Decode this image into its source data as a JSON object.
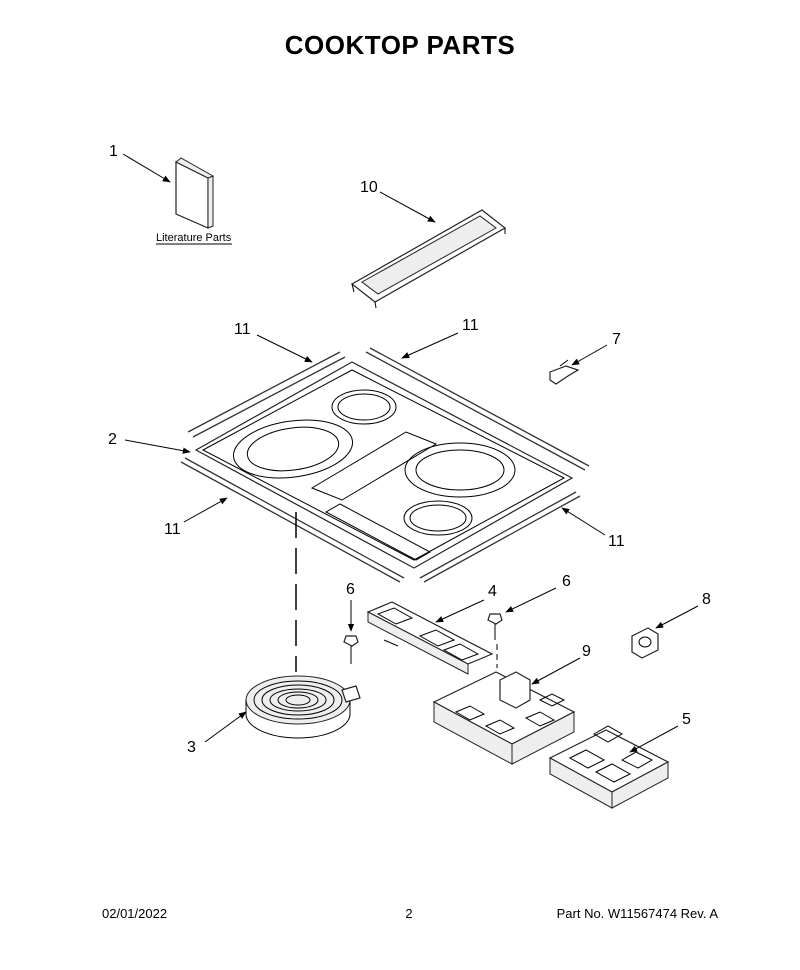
{
  "title": "COOKTOP PARTS",
  "footer": {
    "date": "02/01/2022",
    "page": "2",
    "part_no": "Part No.  W11567474  Rev.  A"
  },
  "literature_label": "Literature Parts",
  "callouts": {
    "c1": "1",
    "c2": "2",
    "c3": "3",
    "c4": "4",
    "c5": "5",
    "c6a": "6",
    "c6b": "6",
    "c7": "7",
    "c8": "8",
    "c9": "9",
    "c10": "10",
    "c11a": "11",
    "c11b": "11",
    "c11c": "11",
    "c11d": "11"
  }
}
